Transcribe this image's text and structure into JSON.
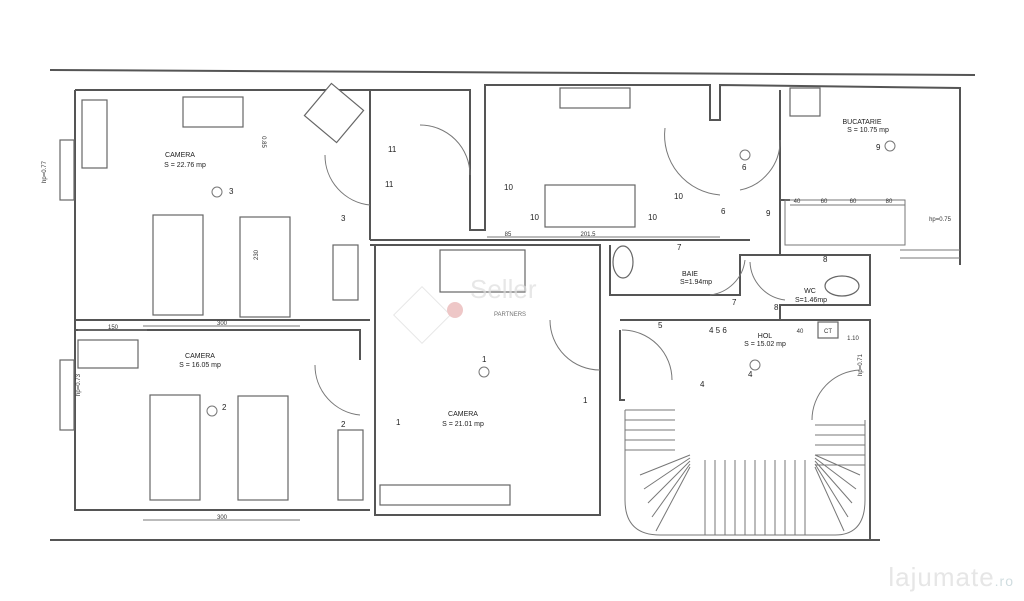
{
  "rooms": {
    "camera1": {
      "name": "CAMERA",
      "area": "S = 22.76 mp"
    },
    "camera2": {
      "name": "CAMERA",
      "area": "S = 16.05 mp"
    },
    "camera3": {
      "name": "CAMERA",
      "area": "S = 21.01 mp"
    },
    "bucatarie": {
      "name": "BUCATARIE",
      "area": "S = 10.75 mp"
    },
    "baie": {
      "name": "BAIE",
      "area": "S=1.94mp"
    },
    "wc": {
      "name": "WC",
      "area": "S=1.46mp"
    },
    "hol": {
      "name": "HOL",
      "area": "S = 15.02 mp"
    }
  },
  "dimensions": {
    "d300a": "300",
    "d300b": "300",
    "d150": "150",
    "d230": "230",
    "d085": "0.85",
    "d85": "85",
    "d2015": "201.5",
    "d40": "40",
    "d60a": "60",
    "d60b": "60",
    "d80": "80",
    "hp075": "hp=0.75",
    "hp077": "hp=0.77",
    "hp073": "hp=0.73",
    "hp071": "hp=0.71",
    "ct": "CT",
    "h110": "1.10",
    "h40": "40"
  },
  "markers": {
    "m1": "1",
    "m1b": "1",
    "m1c": "1",
    "m2": "2",
    "m2b": "2",
    "m3": "3",
    "m3b": "3",
    "m4": "4",
    "m4b": "4",
    "m456": "4 5 6",
    "m5": "5",
    "m6": "6",
    "m6b": "6",
    "m7": "7",
    "m7b": "7",
    "m8": "8",
    "m8b": "8",
    "m9": "9",
    "m9b": "9",
    "m10": "10",
    "m10b": "10",
    "m10c": "10",
    "m10d": "10",
    "m11": "11",
    "m11b": "11"
  },
  "watermark": {
    "agency": "Seller",
    "agency_sub": "PARTNERS",
    "site": "lajumate",
    "site_tld": ".ro"
  }
}
